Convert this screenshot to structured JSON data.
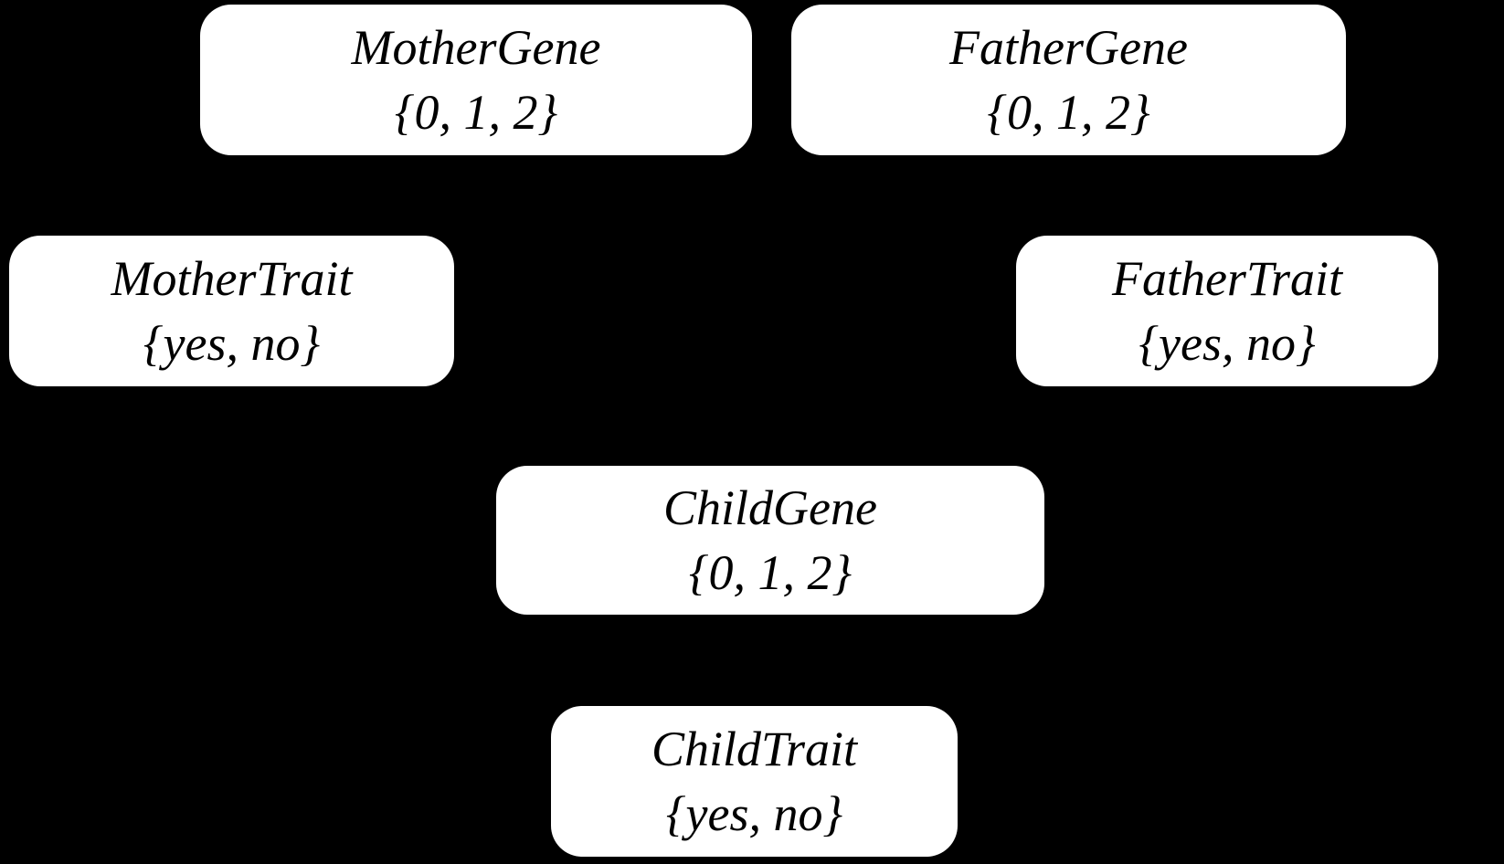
{
  "colors": {
    "background": "#000000",
    "node_fill": "#ffffff",
    "node_text": "#000000"
  },
  "diagram": {
    "type": "bayesian-network",
    "nodes": [
      {
        "id": "mother-gene",
        "name": "MotherGene",
        "values": "{0, 1, 2}"
      },
      {
        "id": "father-gene",
        "name": "FatherGene",
        "values": "{0, 1, 2}"
      },
      {
        "id": "mother-trait",
        "name": "MotherTrait",
        "values": "{yes, no}"
      },
      {
        "id": "father-trait",
        "name": "FatherTrait",
        "values": "{yes, no}"
      },
      {
        "id": "child-gene",
        "name": "ChildGene",
        "values": "{0, 1, 2}"
      },
      {
        "id": "child-trait",
        "name": "ChildTrait",
        "values": "{yes, no}"
      }
    ]
  }
}
